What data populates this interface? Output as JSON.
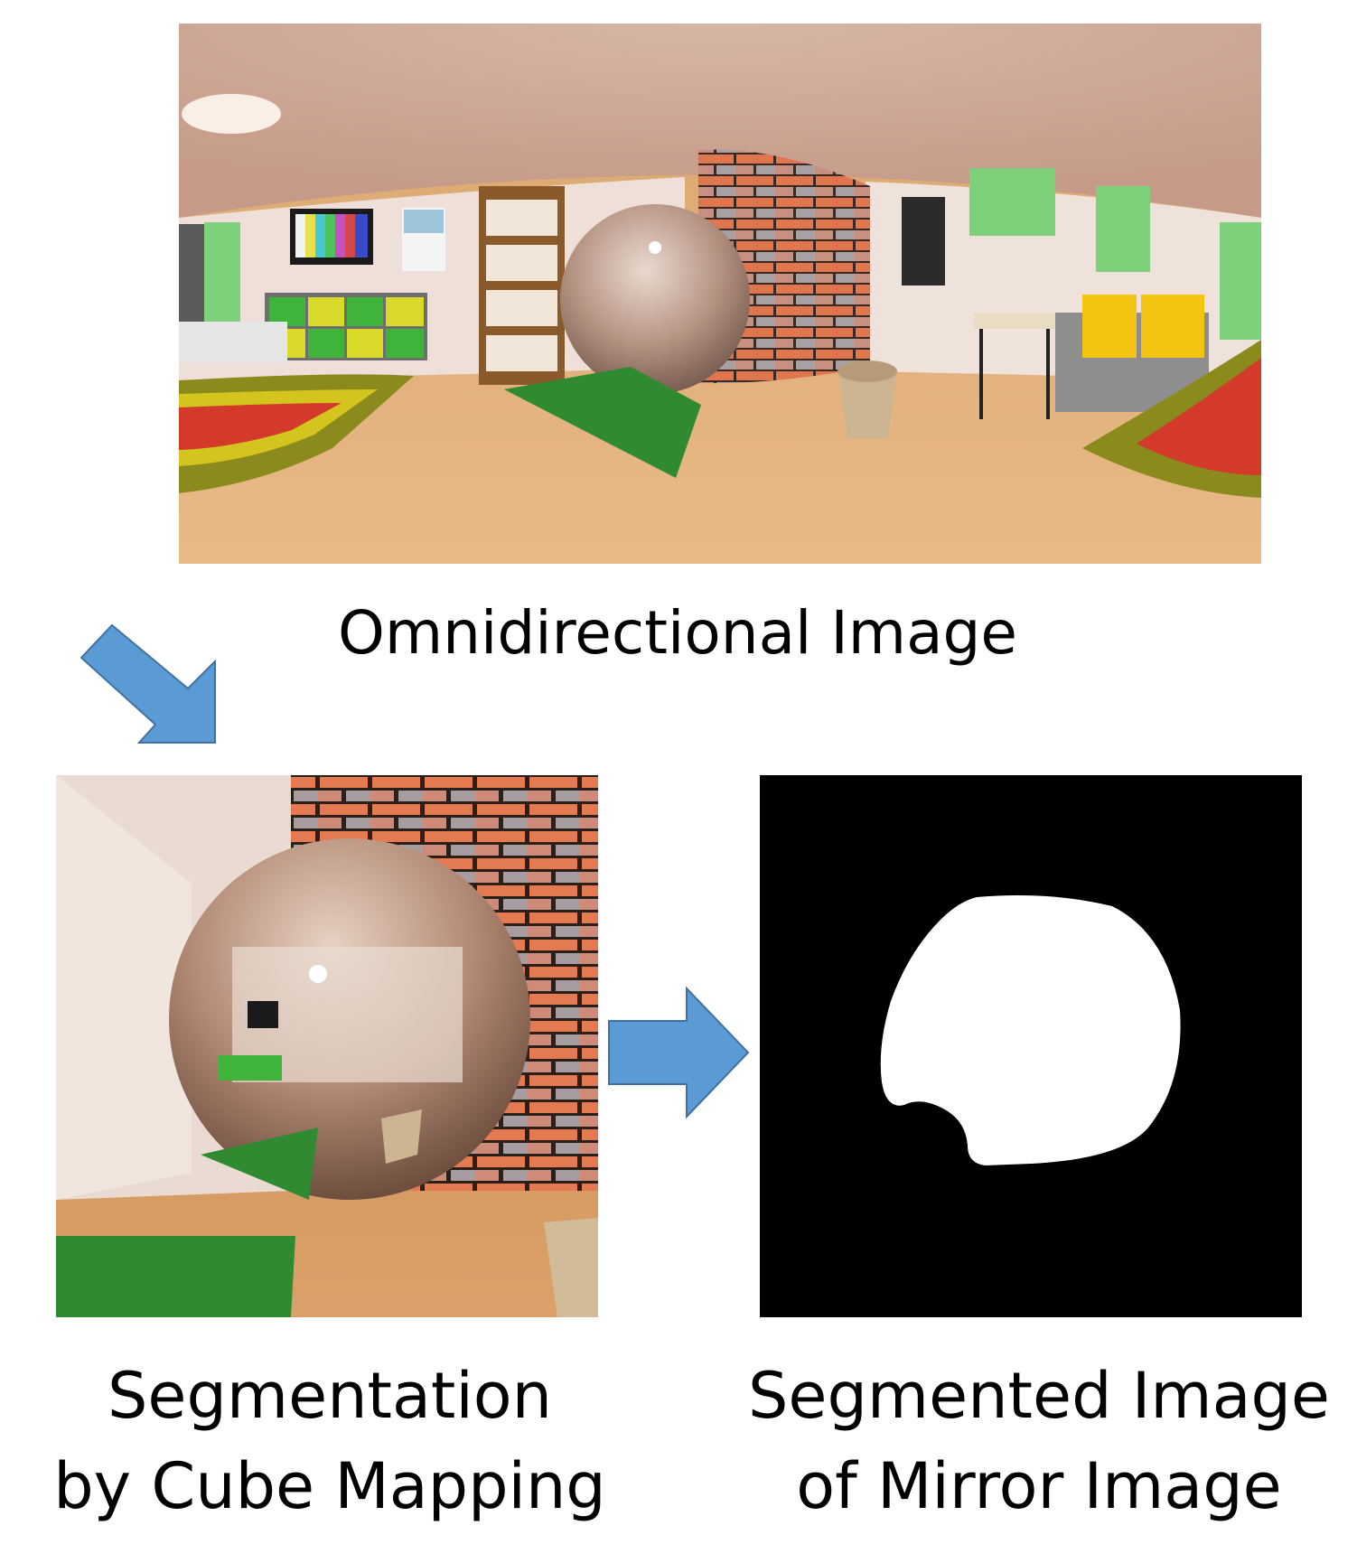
{
  "captions": {
    "omnidirectional": "Omnidirectional Image",
    "segmentation_line1": "Segmentation",
    "segmentation_line2": "by Cube Mapping",
    "segmented_line1": "Segmented Image",
    "segmented_line2": "of Mirror Image"
  },
  "colors": {
    "arrow_fill": "#5b9bd5",
    "arrow_stroke": "#41719c",
    "mask_background": "#000000",
    "mask_foreground": "#ffffff"
  }
}
